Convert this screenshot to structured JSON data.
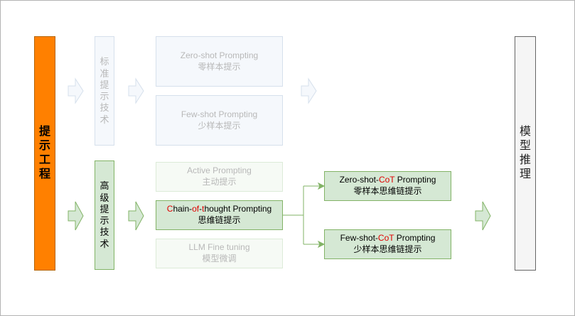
{
  "left_bar": {
    "label": "提示工程",
    "chars": [
      "提",
      "示",
      "工",
      "程"
    ]
  },
  "right_bar": {
    "label": "模型推理",
    "chars": [
      "模",
      "型",
      "推",
      "理"
    ]
  },
  "standard_group": {
    "label": "标准提示技术",
    "chars": [
      "标",
      "准",
      "提",
      "示",
      "技",
      "术"
    ]
  },
  "advanced_group": {
    "label": "高级提示技术",
    "chars": [
      "高",
      "级",
      "提",
      "示",
      "技",
      "术"
    ]
  },
  "standard_boxes": [
    {
      "en": "Zero-shot Prompting",
      "zh": "零样本提示"
    },
    {
      "en": "Few-shot Prompting",
      "zh": "少样本提示"
    }
  ],
  "advanced_boxes": {
    "active": {
      "en": "Active Prompting",
      "zh": "主动提示"
    },
    "cot": {
      "en_parts": [
        "C",
        "hain-",
        "of",
        "-",
        "t",
        "hought Prompting"
      ],
      "zh": "思维链提示"
    },
    "finetune": {
      "en": "LLM Fine tuning",
      "zh": "模型微调"
    }
  },
  "cot_boxes": [
    {
      "en_parts": [
        "Zero-shot-",
        "CoT",
        " Prompting"
      ],
      "zh": "零样本思维链提示"
    },
    {
      "en_parts": [
        "Few-shot-",
        "CoT",
        " Prompting"
      ],
      "zh": "少样本思维链提示"
    }
  ],
  "colors": {
    "orange": "#ff8000",
    "green_fill": "#d5e8d4",
    "green_stroke": "#82b366",
    "faded_fill": "#f5f8fc",
    "faded_stroke": "#d6e0ec",
    "gray_fill": "#f5f5f5",
    "highlight": "#e00000"
  }
}
